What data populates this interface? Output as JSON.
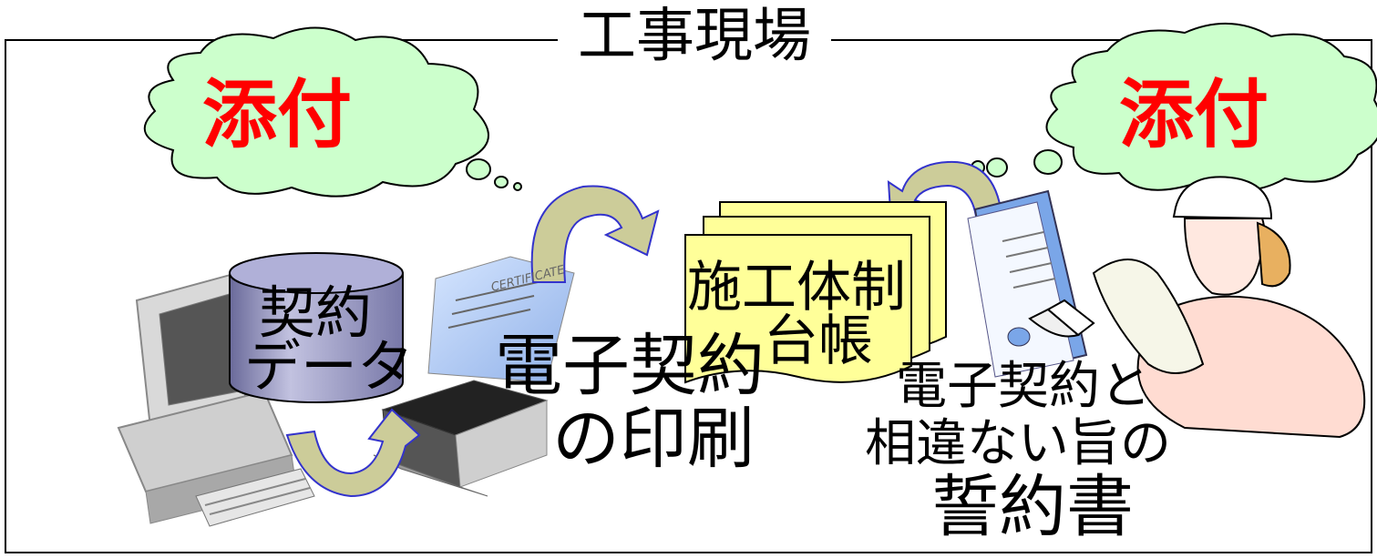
{
  "diagram": {
    "frame_title": "工事現場",
    "left_bubble_text": "添付",
    "right_bubble_text": "添付",
    "database": {
      "line1": "契約",
      "line2": "データ"
    },
    "ledger": {
      "line1": "施工体制",
      "line2": "台帳"
    },
    "print_label": {
      "line1": "電子契約",
      "line2": "の印刷"
    },
    "oath_label": {
      "line1": "電子契約と",
      "line2": "相違ない旨の",
      "line3": "誓約書"
    },
    "certificate_text": "CERTIFICATE"
  },
  "colors": {
    "bubble_fill": "#ccffcc",
    "attach_text": "#ff0000",
    "ledger_fill": "#ffff99",
    "arrow_fill": "#cccc99",
    "arrow_stroke": "#3333cc",
    "database_fill": "#a6a6cc"
  }
}
